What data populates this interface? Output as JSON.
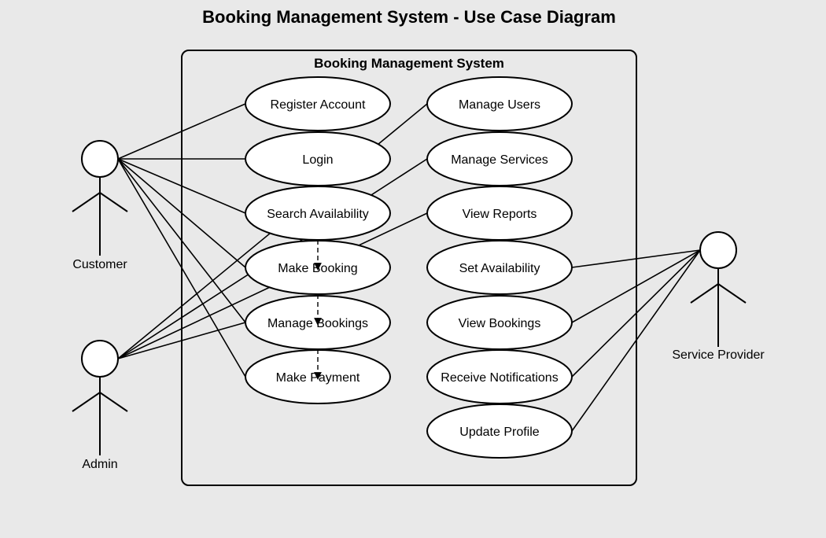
{
  "title": "Booking Management System - Use Case Diagram",
  "system": {
    "name": "Booking Management System"
  },
  "actors": [
    {
      "id": "customer",
      "label": "Customer"
    },
    {
      "id": "admin",
      "label": "Admin"
    },
    {
      "id": "provider",
      "label": "Service Provider"
    }
  ],
  "use_cases": [
    {
      "id": "register-account",
      "label": "Register Account"
    },
    {
      "id": "login",
      "label": "Login"
    },
    {
      "id": "search-availability",
      "label": "Search Availability"
    },
    {
      "id": "make-booking",
      "label": "Make Booking"
    },
    {
      "id": "manage-bookings",
      "label": "Manage Bookings"
    },
    {
      "id": "make-payment",
      "label": "Make Payment"
    },
    {
      "id": "manage-users",
      "label": "Manage Users"
    },
    {
      "id": "manage-services",
      "label": "Manage Services"
    },
    {
      "id": "view-reports",
      "label": "View Reports"
    },
    {
      "id": "set-availability",
      "label": "Set Availability"
    },
    {
      "id": "view-bookings",
      "label": "View Bookings"
    },
    {
      "id": "receive-notifications",
      "label": "Receive Notifications"
    },
    {
      "id": "update-profile",
      "label": "Update Profile"
    }
  ],
  "associations": [
    {
      "actor": "customer",
      "use_case": "register-account"
    },
    {
      "actor": "customer",
      "use_case": "login"
    },
    {
      "actor": "customer",
      "use_case": "search-availability"
    },
    {
      "actor": "customer",
      "use_case": "make-booking"
    },
    {
      "actor": "customer",
      "use_case": "manage-bookings"
    },
    {
      "actor": "customer",
      "use_case": "make-payment"
    },
    {
      "actor": "admin",
      "use_case": "manage-users"
    },
    {
      "actor": "admin",
      "use_case": "manage-services"
    },
    {
      "actor": "admin",
      "use_case": "view-reports"
    },
    {
      "actor": "admin",
      "use_case": "manage-bookings"
    },
    {
      "actor": "provider",
      "use_case": "set-availability"
    },
    {
      "actor": "provider",
      "use_case": "view-bookings"
    },
    {
      "actor": "provider",
      "use_case": "receive-notifications"
    },
    {
      "actor": "provider",
      "use_case": "update-profile"
    }
  ],
  "dependencies": [
    {
      "from": "search-availability",
      "to": "make-booking"
    },
    {
      "from": "make-booking",
      "to": "manage-bookings"
    },
    {
      "from": "manage-bookings",
      "to": "make-payment"
    }
  ]
}
